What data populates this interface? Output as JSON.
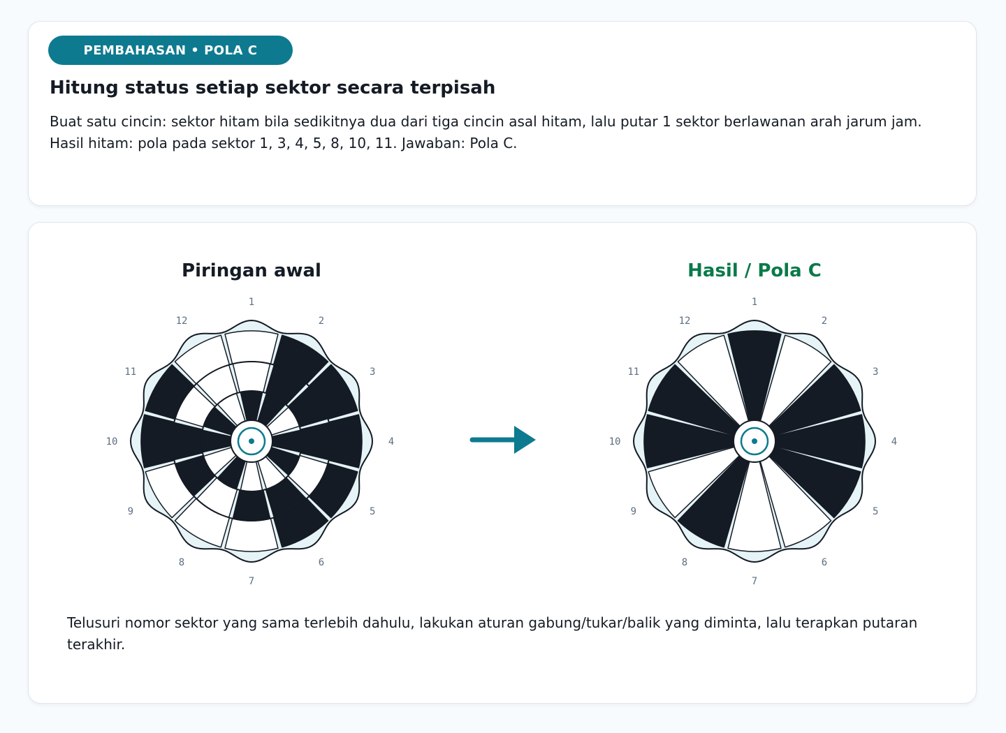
{
  "header": {
    "badge": "PEMBAHASAN • POLA C",
    "title": "Hitung status setiap sektor secara terpisah",
    "description": "Buat satu cincin: sektor hitam bila sedikitnya dua dari tiga cincin asal hitam, lalu putar 1 sektor berlawanan arah jarum jam. Hasil hitam: pola pada sektor 1, 3, 4, 5, 8, 10, 11. Jawaban: Pola C."
  },
  "diagram": {
    "left_title": "Piringan awal",
    "right_title": "Hasil / Pola C",
    "sector_labels": [
      "1",
      "2",
      "3",
      "4",
      "5",
      "6",
      "7",
      "8",
      "9",
      "10",
      "11",
      "12"
    ],
    "original_disk": {
      "outer_ring_black": [
        2,
        3,
        4,
        5,
        6,
        10,
        11
      ],
      "middle_ring_black": [
        2,
        3,
        4,
        6,
        7,
        9,
        10
      ],
      "inner_ring_black": [
        1,
        2,
        4,
        5,
        8,
        10,
        11
      ]
    },
    "result_disk": {
      "black_sectors": [
        1,
        3,
        4,
        5,
        8,
        10,
        11
      ]
    },
    "arrow": "arrow-right-icon"
  },
  "colors": {
    "accent": "#0e7a8f",
    "result_title": "#0a7a4a",
    "black": "#141b24",
    "frame": "#e6f3f7"
  },
  "footer": {
    "note": "Telusuri nomor sektor yang sama terlebih dahulu, lakukan aturan gabung/tukar/balik yang diminta, lalu terapkan putaran terakhir."
  }
}
